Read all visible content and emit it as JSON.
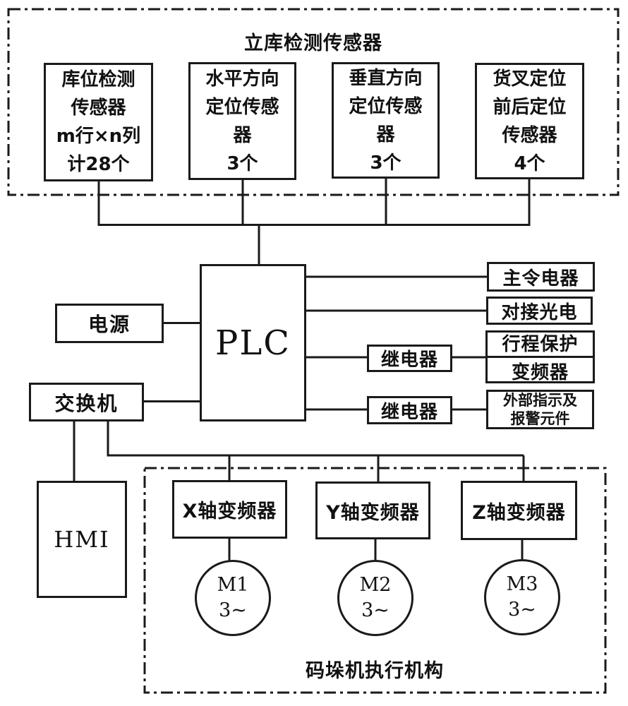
{
  "colors": {
    "ink": "#1a1a1a",
    "background": "#ffffff"
  },
  "top_group": {
    "title": "立库检测传感器",
    "sensor_boxes": [
      {
        "lines": [
          "库位检测",
          "传感器",
          "m行×n列",
          "计28个"
        ]
      },
      {
        "lines": [
          "水平方向",
          "定位传感",
          "器",
          "3个"
        ]
      },
      {
        "lines": [
          "垂直方向",
          "定位传感",
          "器",
          "3个"
        ]
      },
      {
        "lines": [
          "货叉定位",
          "前后定位",
          "传感器",
          "4个"
        ]
      }
    ]
  },
  "plc": {
    "label": "PLC"
  },
  "power": {
    "label": "电源"
  },
  "network_switch": {
    "label": "交换机"
  },
  "hmi": {
    "label": "HMI"
  },
  "outputs": {
    "master_control": {
      "label": "主令电器"
    },
    "docking_photoelectric": {
      "label": "对接光电"
    },
    "relay1": {
      "label": "继电器"
    },
    "travel_protection": {
      "line1": "行程保护",
      "line2": "变频器"
    },
    "relay2": {
      "label": "继电器"
    },
    "external_alarm": {
      "line1": "外部指示及",
      "line2": "报警元件"
    }
  },
  "bottom_group": {
    "title": "码垛机执行机构",
    "inverters": [
      {
        "label": "X轴变频器"
      },
      {
        "label": "Y轴变频器"
      },
      {
        "label": "Z轴变频器"
      }
    ],
    "motors": [
      {
        "name": "M1",
        "phase": "3~"
      },
      {
        "name": "M2",
        "phase": "3~"
      },
      {
        "name": "M3",
        "phase": "3~"
      }
    ]
  }
}
